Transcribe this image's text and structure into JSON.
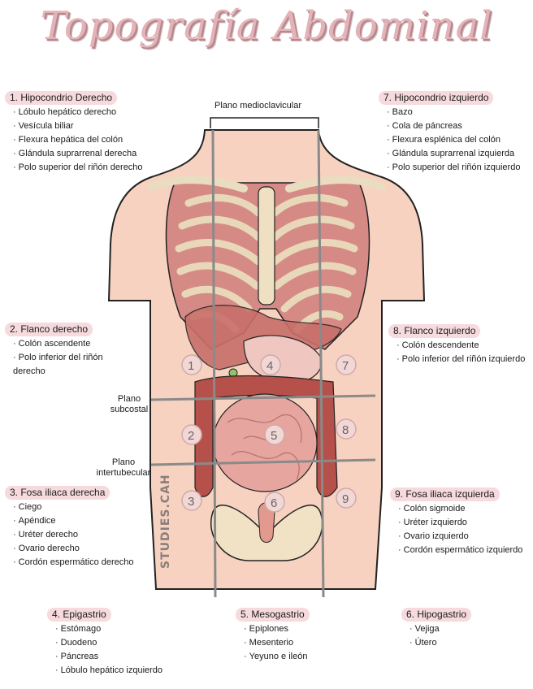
{
  "title": "Topografía Abdominal",
  "planes": {
    "midclavicular": "Plano medioclavicular",
    "subcostal": "Plano subcostal",
    "intertubercular": "Plano intertubecular"
  },
  "watermark": "STUDIES.CAH",
  "colors": {
    "skin": "#f7d2c0",
    "bone": "#f1e2c6",
    "liver": "#c86f6a",
    "intestine": "#e7a59f",
    "colon": "#b6504a",
    "highlight": "#f6dadd",
    "title": "#e2b3b8"
  },
  "zone_numbers": [
    "1",
    "4",
    "7",
    "2",
    "5",
    "8",
    "3",
    "6",
    "9"
  ],
  "regions": [
    {
      "title": "1. Hipocondrio Derecho",
      "items": [
        "Lóbulo hepático derecho",
        "Vesícula biliar",
        "Flexura hepática del colón",
        "Glándula suprarrenal derecha",
        "Polo superior del riñón derecho"
      ]
    },
    {
      "title": "7. Hipocondrio izquierdo",
      "items": [
        "Bazo",
        "Cola de páncreas",
        "Flexura esplénica del colón",
        "Glándula suprarrenal izquierda",
        "Polo superior del riñón izquierdo"
      ]
    },
    {
      "title": "2. Flanco derecho",
      "items": [
        "Colón ascendente",
        "Polo inferior del riñón derecho"
      ]
    },
    {
      "title": "8. Flanco izquierdo",
      "items": [
        "Colón descendente",
        "Polo inferior del riñón izquierdo"
      ]
    },
    {
      "title": "3. Fosa iliaca derecha",
      "items": [
        "Ciego",
        "Apéndice",
        "Uréter derecho",
        "Ovario derecho",
        "Cordón espermático derecho"
      ]
    },
    {
      "title": "9. Fosa iliaca izquierda",
      "items": [
        "Colón sigmoide",
        "Uréter izquierdo",
        "Ovario izquierdo",
        "Cordón espermático izquierdo"
      ]
    },
    {
      "title": "4. Epigastrio",
      "items": [
        "Estómago",
        "Duodeno",
        "Páncreas",
        "Lóbulo hepático izquierdo"
      ]
    },
    {
      "title": "5. Mesogastrio",
      "items": [
        "Epiplones",
        "Mesenterio",
        "Yeyuno e ileón"
      ]
    },
    {
      "title": "6. Hipogastrio",
      "items": [
        "Vejiga",
        "Útero"
      ]
    }
  ]
}
